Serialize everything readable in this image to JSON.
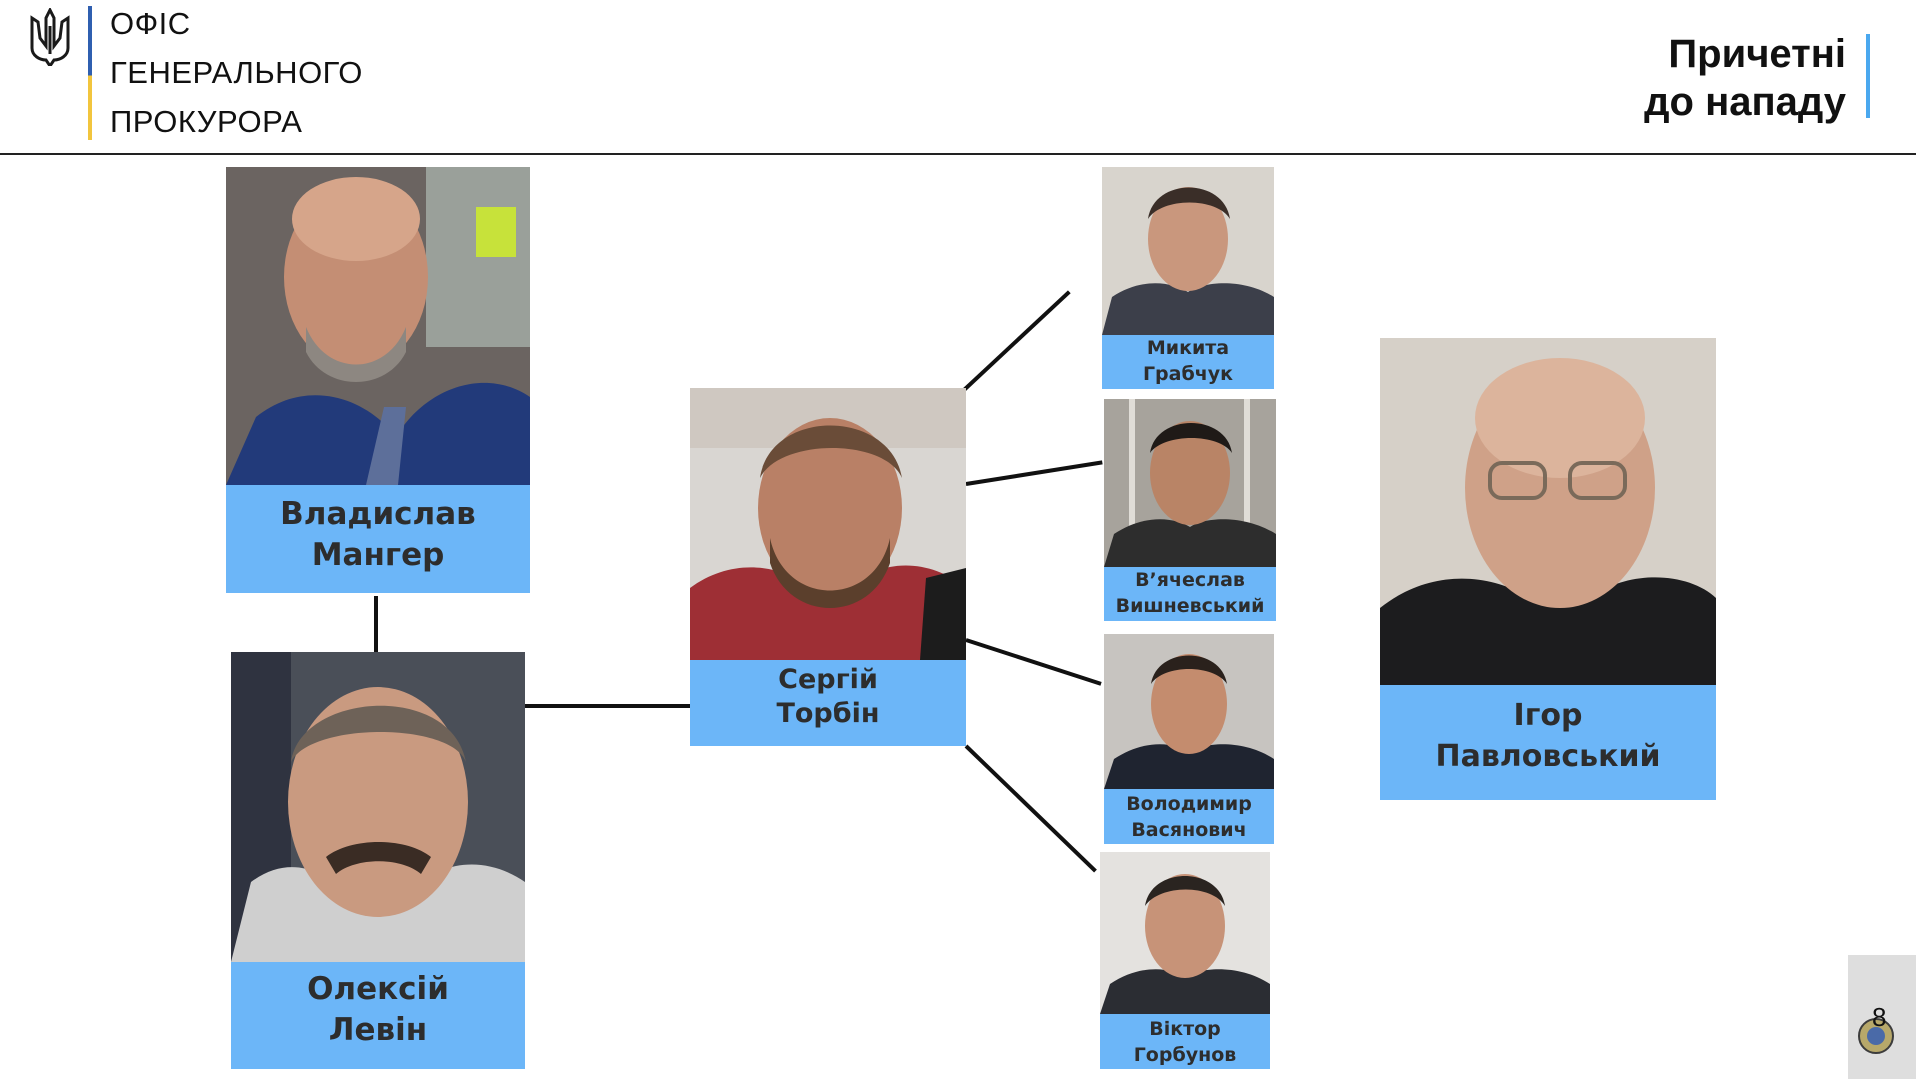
{
  "header": {
    "org_lines": [
      "ОФІС",
      "ГЕНЕРАЛЬНОГО",
      "ПРОКУРОРА"
    ],
    "title_lines": [
      "Причетні",
      "до нападу"
    ]
  },
  "people": {
    "manher": {
      "first": "Владислав",
      "last": "Мангер"
    },
    "levin": {
      "first": "Олексій",
      "last": "Левін"
    },
    "torbin": {
      "first": "Сергій",
      "last": "Торбін"
    },
    "hrabchuk": {
      "first": "Микита",
      "last": "Грабчук"
    },
    "vyshnevskyi": {
      "first": "В’ячеслав",
      "last": "Вишневський"
    },
    "vasianovych": {
      "first": "Володимир",
      "last": "Васянович"
    },
    "horbunov": {
      "first": "Віктор",
      "last": "Горбунов"
    },
    "pavlovskyi": {
      "first": "Ігор",
      "last": "Павловський"
    }
  },
  "page_number": "8",
  "colors": {
    "label_bg": "#6cb6f8",
    "accent_blue": "#2f5fb0",
    "accent_yellow": "#f2c53d"
  }
}
